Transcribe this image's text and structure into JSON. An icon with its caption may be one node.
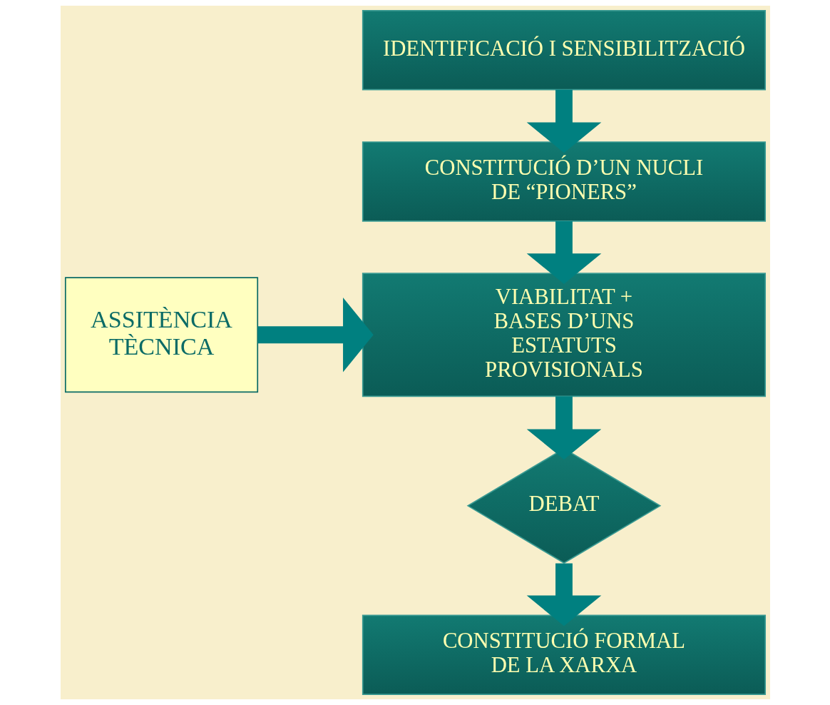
{
  "diagram": {
    "nodes": [
      {
        "text": [
          "IDENTIFICACIÓ I SENSIBILITZACIÓ"
        ]
      },
      {
        "text": [
          "CONSTITUCIÓ D’UN NUCLI DE “PIONERS”"
        ]
      },
      {
        "text": [
          "VIABILITAT + BASES D’UNS ESTATUTS PROVISIONALS"
        ]
      },
      {
        "text": [
          "DEBAT"
        ]
      },
      {
        "text": [
          "CONSTITUCIÓ FORMAL DE LA XARXA"
        ]
      },
      {
        "text": [
          "ASSITÈNCIA TÈCNICA"
        ]
      }
    ],
    "edges": [
      {
        "from": 0,
        "to": 1,
        "arrow": "to"
      },
      {
        "from": 1,
        "to": 2,
        "arrow": "to"
      },
      {
        "from": 2,
        "to": 3,
        "arrow": "to"
      },
      {
        "from": 3,
        "to": 4,
        "arrow": "to"
      },
      {
        "from": 5,
        "to": 2,
        "arrow": "to"
      }
    ]
  }
}
